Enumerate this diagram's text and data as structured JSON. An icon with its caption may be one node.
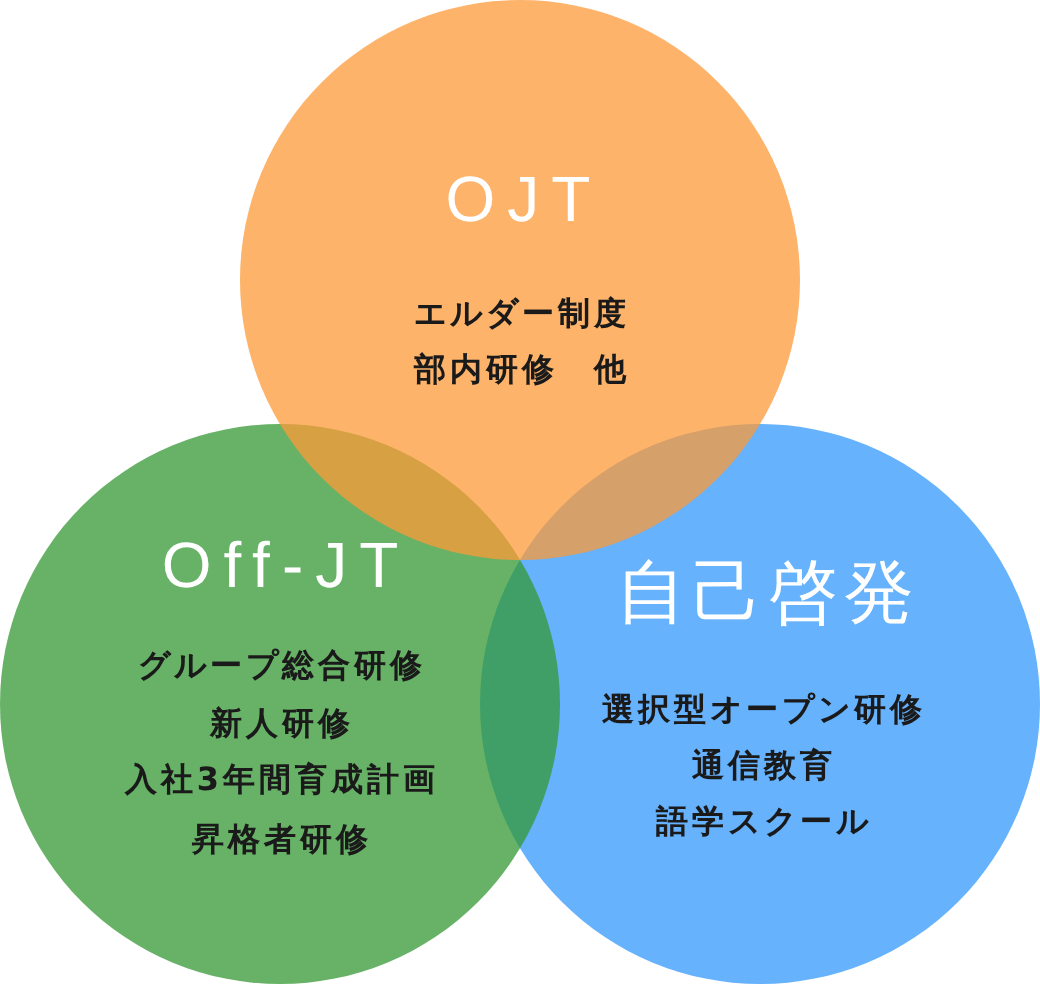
{
  "diagram": {
    "nodes": [
      {
        "text": [
          "OJT",
          "エルダー制度",
          "部内研修　他"
        ]
      },
      {
        "text": [
          "Off-JT",
          "グループ総合研修",
          "新人研修",
          "入社3年間育成計画",
          "昇格者研修"
        ]
      },
      {
        "text": [
          "自己啓発",
          "選択型オープン研修",
          "通信教育",
          "語学スクール"
        ]
      }
    ]
  }
}
